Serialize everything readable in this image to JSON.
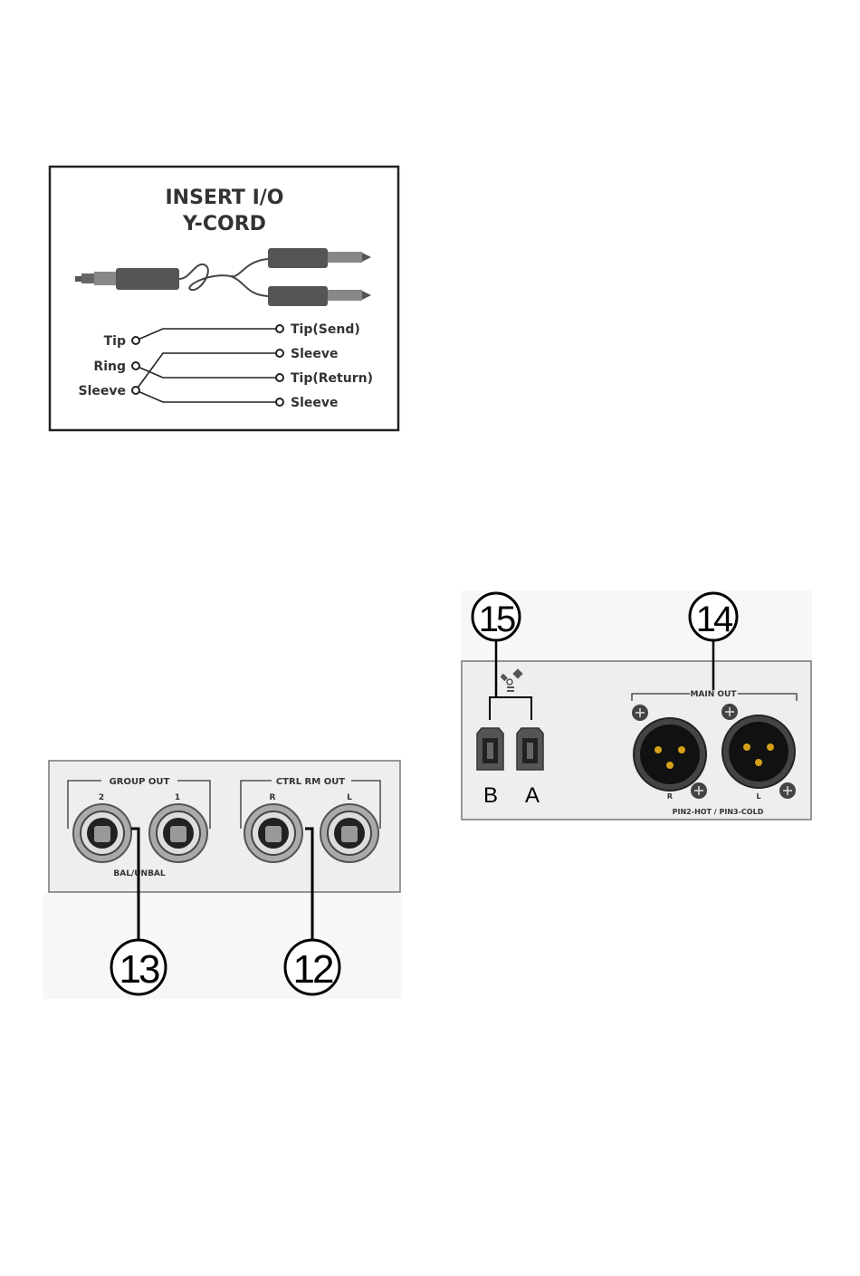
{
  "insert": {
    "title_line1": "INSERT I/O",
    "title_line2": "Y-CORD",
    "left": [
      "Tip",
      "Ring",
      "Sleeve"
    ],
    "right": [
      "Tip(Send)",
      "Sleeve",
      "Tip(Return)",
      "Sleeve"
    ]
  },
  "rear_left": {
    "group_out": "GROUP OUT",
    "group_ch": [
      "2",
      "1"
    ],
    "ctrl_rm_out": "CTRL RM OUT",
    "ctrl_ch": [
      "R",
      "L"
    ],
    "bal_unbal": "BAL/UNBAL",
    "callouts": [
      "13",
      "12"
    ]
  },
  "rear_right": {
    "main_out": "MAIN OUT",
    "main_ch": [
      "R",
      "L"
    ],
    "pins": "PIN2-HOT / PIN3-COLD",
    "fw_labels": [
      "B",
      "A"
    ],
    "callouts": [
      "15",
      "14"
    ]
  },
  "colors": {
    "panel": "#eeeeec",
    "jack_ring": "#777777",
    "plug": "#555555"
  }
}
